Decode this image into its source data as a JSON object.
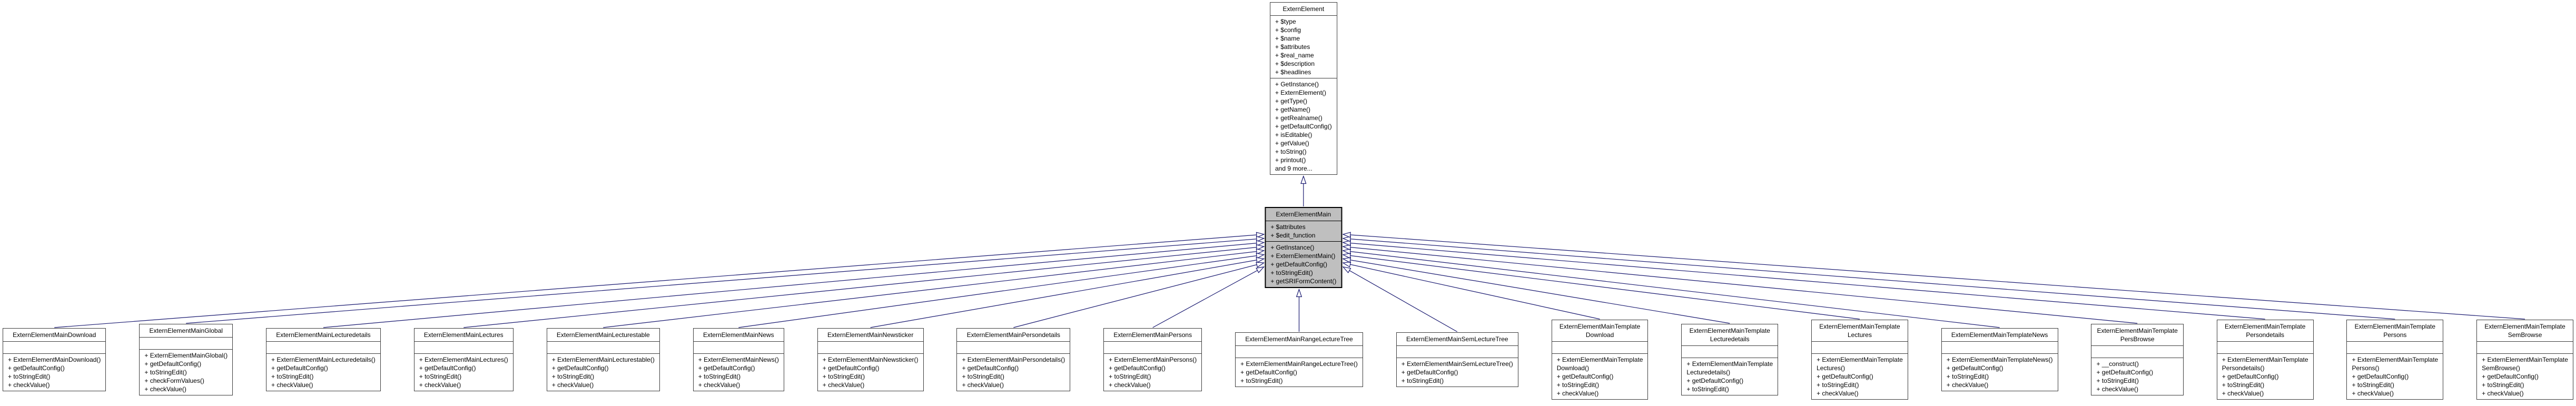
{
  "colors": {
    "edge": "#191970",
    "node_border": "#3d3d3d",
    "highlight_fill": "#bfbfbf",
    "node_fill": "#ffffff",
    "text": "#000000"
  },
  "base_class": {
    "name": "ExternElement",
    "attributes": [
      "+ $type",
      "+ $config",
      "+ $name",
      "+ $attributes",
      "+ $real_name",
      "+ $description",
      "+ $headlines"
    ],
    "methods": [
      "+ GetInstance()",
      "+ ExternElement()",
      "+ getType()",
      "+ getName()",
      "+ getRealname()",
      "+ getDefaultConfig()",
      "+ isEditable()",
      "+ getValue()",
      "+ toString()",
      "+ printout()",
      "and 9 more..."
    ]
  },
  "main_class": {
    "name": "ExternElementMain",
    "attributes": [
      "+ $attributes",
      "+ $edit_function"
    ],
    "methods": [
      "+ GetInstance()",
      "+ ExternElementMain()",
      "+ getDefaultConfig()",
      "+ toStringEdit()",
      "+ getSRIFormContent()"
    ]
  },
  "derived_classes": [
    {
      "name": "ExternElementMainDownload",
      "attributes": [],
      "methods": [
        "+ ExternElementMainDownload()",
        "+ getDefaultConfig()",
        "+ toStringEdit()",
        "+ checkValue()"
      ]
    },
    {
      "name": "ExternElementMainGlobal",
      "attributes": [],
      "methods": [
        "+ ExternElementMainGlobal()",
        "+ getDefaultConfig()",
        "+ toStringEdit()",
        "+ checkFormValues()",
        "+ checkValue()"
      ]
    },
    {
      "name": "ExternElementMainLecturedetails",
      "attributes": [],
      "methods": [
        "+ ExternElementMainLecturedetails()",
        "+ getDefaultConfig()",
        "+ toStringEdit()",
        "+ checkValue()"
      ]
    },
    {
      "name": "ExternElementMainLectures",
      "attributes": [],
      "methods": [
        "+ ExternElementMainLectures()",
        "+ getDefaultConfig()",
        "+ toStringEdit()",
        "+ checkValue()"
      ]
    },
    {
      "name": "ExternElementMainLecturestable",
      "attributes": [],
      "methods": [
        "+ ExternElementMainLecturestable()",
        "+ getDefaultConfig()",
        "+ toStringEdit()",
        "+ checkValue()"
      ]
    },
    {
      "name": "ExternElementMainNews",
      "attributes": [],
      "methods": [
        "+ ExternElementMainNews()",
        "+ getDefaultConfig()",
        "+ toStringEdit()",
        "+ checkValue()"
      ]
    },
    {
      "name": "ExternElementMainNewsticker",
      "attributes": [],
      "methods": [
        "+ ExternElementMainNewsticker()",
        "+ getDefaultConfig()",
        "+ toStringEdit()",
        "+ checkValue()"
      ]
    },
    {
      "name": "ExternElementMainPersondetails",
      "attributes": [],
      "methods": [
        "+ ExternElementMainPersondetails()",
        "+ getDefaultConfig()",
        "+ toStringEdit()",
        "+ checkValue()"
      ]
    },
    {
      "name": "ExternElementMainPersons",
      "attributes": [],
      "methods": [
        "+ ExternElementMainPersons()",
        "+ getDefaultConfig()",
        "+ toStringEdit()",
        "+ checkValue()"
      ]
    },
    {
      "name": "ExternElementMainRangeLectureTree",
      "attributes": [],
      "methods": [
        "+ ExternElementMainRangeLectureTree()",
        "+ getDefaultConfig()",
        "+ toStringEdit()"
      ]
    },
    {
      "name": "ExternElementMainSemLectureTree",
      "attributes": [],
      "methods": [
        "+ ExternElementMainSemLectureTree()",
        "+ getDefaultConfig()",
        "+ toStringEdit()"
      ]
    },
    {
      "name": "ExternElementMainTemplate\nDownload",
      "attributes": [],
      "methods": [
        "+ ExternElementMainTemplate\nDownload()",
        "+ getDefaultConfig()",
        "+ toStringEdit()",
        "+ checkValue()"
      ]
    },
    {
      "name": "ExternElementMainTemplate\nLecturedetails",
      "attributes": [],
      "methods": [
        "+ ExternElementMainTemplate\nLecturedetails()",
        "+ getDefaultConfig()",
        "+ toStringEdit()"
      ]
    },
    {
      "name": "ExternElementMainTemplate\nLectures",
      "attributes": [],
      "methods": [
        "+ ExternElementMainTemplate\nLectures()",
        "+ getDefaultConfig()",
        "+ toStringEdit()",
        "+ checkValue()"
      ]
    },
    {
      "name": "ExternElementMainTemplateNews",
      "attributes": [],
      "methods": [
        "+ ExternElementMainTemplateNews()",
        "+ getDefaultConfig()",
        "+ toStringEdit()",
        "+ checkValue()"
      ]
    },
    {
      "name": "ExternElementMainTemplate\nPersBrowse",
      "attributes": [],
      "methods": [
        "+ __construct()",
        "+ getDefaultConfig()",
        "+ toStringEdit()",
        "+ checkValue()"
      ]
    },
    {
      "name": "ExternElementMainTemplate\nPersondetails",
      "attributes": [],
      "methods": [
        "+ ExternElementMainTemplate\nPersondetails()",
        "+ getDefaultConfig()",
        "+ toStringEdit()",
        "+ checkValue()"
      ]
    },
    {
      "name": "ExternElementMainTemplate\nPersons",
      "attributes": [],
      "methods": [
        "+ ExternElementMainTemplate\nPersons()",
        "+ getDefaultConfig()",
        "+ toStringEdit()",
        "+ checkValue()"
      ]
    },
    {
      "name": "ExternElementMainTemplate\nSemBrowse",
      "attributes": [],
      "methods": [
        "+ ExternElementMainTemplate\nSemBrowse()",
        "+ getDefaultConfig()",
        "+ toStringEdit()",
        "+ checkValue()"
      ]
    }
  ]
}
